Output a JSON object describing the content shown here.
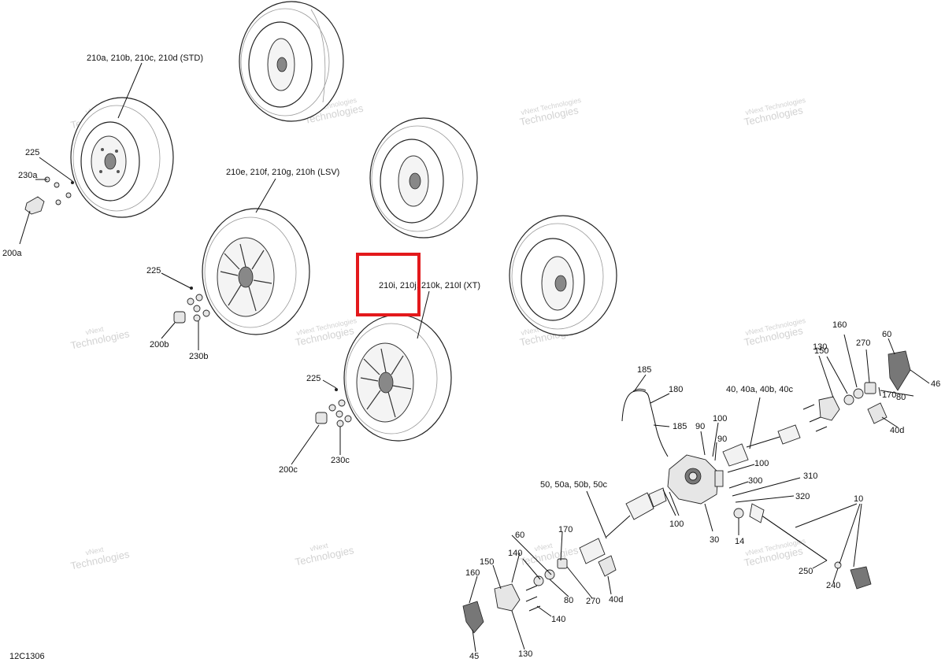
{
  "diagram_id": "12C1306",
  "watermarks": [
    {
      "line1": "vNext",
      "line2": "Technologies"
    },
    {
      "line1": "vNext Technologies",
      "line2": "Technologies"
    }
  ],
  "labels": {
    "wheel_std": "210a, 210b, 210c, 210d (STD)",
    "wheel_lsv": "210e, 210f, 210g, 210h (LSV)",
    "wheel_xt": "210i, 210j, 210k, 210l (XT)",
    "n225": "225",
    "n230a": "230a",
    "n200a": "200a",
    "n200b": "200b",
    "n230b": "230b",
    "n200c": "200c",
    "n230c": "230c",
    "n185": "185",
    "n180": "180",
    "n100": "100",
    "n90": "90",
    "n40": "40, 40a, 40b, 40c",
    "n130": "130",
    "n150": "150",
    "n160": "160",
    "n270": "270",
    "n60": "60",
    "n170": "170",
    "n80": "80",
    "n46": "46",
    "n40d": "40d",
    "n50": "50, 50a, 50b, 50c",
    "n300": "300",
    "n310": "310",
    "n320": "320",
    "n30": "30",
    "n14": "14",
    "n10": "10",
    "n250": "250",
    "n240": "240",
    "n140": "140",
    "n45": "45"
  }
}
